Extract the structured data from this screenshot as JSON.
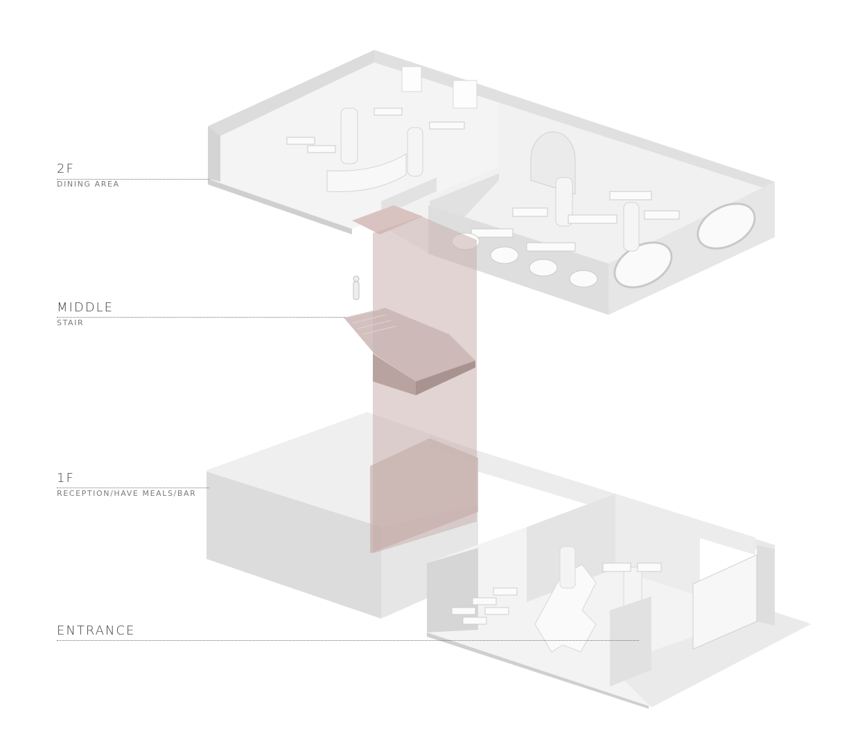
{
  "labels": {
    "floor2": {
      "title": "2F",
      "subtitle": "DINING AREA"
    },
    "middle": {
      "title": "MIDDLE",
      "subtitle": "STAIR"
    },
    "floor1": {
      "title": "1F",
      "subtitle": "RECEPTION/HAVE MEALS/BAR"
    },
    "entrance": {
      "title": "ENTRANCE"
    }
  },
  "colors": {
    "background": "#ffffff",
    "model_light": "#f1f1f1",
    "model_mid": "#e2e2e2",
    "model_dark": "#d2d2d2",
    "stair_core": "#c9b0ad",
    "text_primary": "#3a3a3a",
    "text_secondary": "#7a7a7a"
  }
}
